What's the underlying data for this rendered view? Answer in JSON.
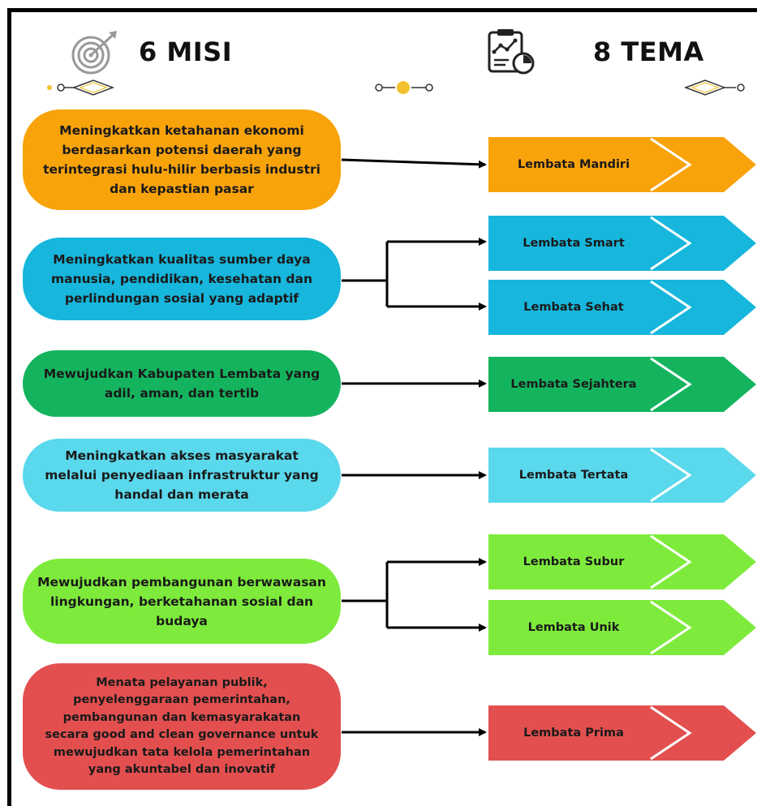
{
  "header": {
    "misi_title": "6 MISI",
    "tema_title": "8 TEMA",
    "misi_icon": "target-icon",
    "tema_icon": "clipboard-chart-icon"
  },
  "colors": {
    "orange": "#F9A30A",
    "blue": "#17B6DC",
    "green_dark": "#14B45E",
    "cyan": "#5AD8EC",
    "green_light": "#7EEB3C",
    "red": "#E34F4F"
  },
  "misi": [
    {
      "text": "Meningkatkan ketahanan ekonomi berdasarkan potensi daerah yang terintegrasi hulu-hilir berbasis industri dan kepastian pasar",
      "color": "#F9A30A"
    },
    {
      "text": "Meningkatkan kualitas sumber daya manusia, pendidikan, kesehatan dan perlindungan sosial yang adaptif",
      "color": "#17B6DC"
    },
    {
      "text": "Mewujudkan Kabupaten Lembata yang adil, aman, dan tertib",
      "color": "#14B45E"
    },
    {
      "text": "Meningkatkan akses masyarakat melalui penyediaan infrastruktur yang handal dan merata",
      "color": "#5AD8EC"
    },
    {
      "text": "Mewujudkan pembangunan berwawasan lingkungan, berketahanan sosial dan budaya",
      "color": "#7EEB3C"
    },
    {
      "text": "Menata pelayanan publik, penyelenggaraan pemerintahan, pembangunan dan kemasyarakatan secara good and clean governance untuk mewujudkan tata kelola pemerintahan yang akuntabel dan inovatif",
      "color": "#E34F4F"
    }
  ],
  "tema": [
    {
      "label": "Lembata Mandiri",
      "color": "#F9A30A"
    },
    {
      "label": "Lembata Smart",
      "color": "#17B6DC"
    },
    {
      "label": "Lembata Sehat",
      "color": "#17B6DC"
    },
    {
      "label": "Lembata Sejahtera",
      "color": "#14B45E"
    },
    {
      "label": "Lembata Tertata",
      "color": "#5AD8EC"
    },
    {
      "label": "Lembata Subur",
      "color": "#7EEB3C"
    },
    {
      "label": "Lembata Unik",
      "color": "#7EEB3C"
    },
    {
      "label": "Lembata Prima",
      "color": "#E34F4F"
    }
  ]
}
